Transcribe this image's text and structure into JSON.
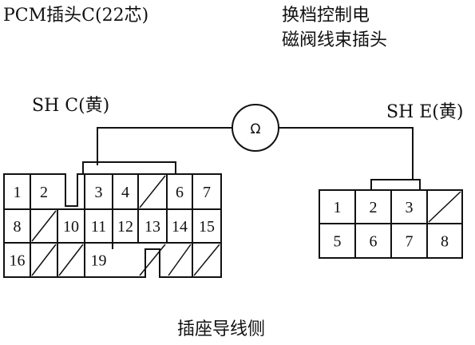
{
  "labels": {
    "pcm_connector": "PCM插头C(22芯)",
    "solenoid_line1": "换档控制电",
    "solenoid_line2": "磁阀线束插头",
    "probe_left": "SH C(黄)",
    "probe_right": "SH E(黄)",
    "meter_symbol": "Ω",
    "view_note": "插座导线侧"
  },
  "connector_c": {
    "rows": [
      [
        "1",
        "2",
        "",
        "3",
        "4",
        "/",
        "6",
        "7"
      ],
      [
        "8",
        "/",
        "10",
        "11",
        "12",
        "13",
        "14",
        "15"
      ],
      [
        "16",
        "/",
        "/",
        "19",
        "",
        "/",
        "/",
        "/"
      ]
    ]
  },
  "connector_e": {
    "rows": [
      [
        "1",
        "2",
        "3",
        "/"
      ],
      [
        "5",
        "6",
        "7",
        "8"
      ]
    ]
  }
}
